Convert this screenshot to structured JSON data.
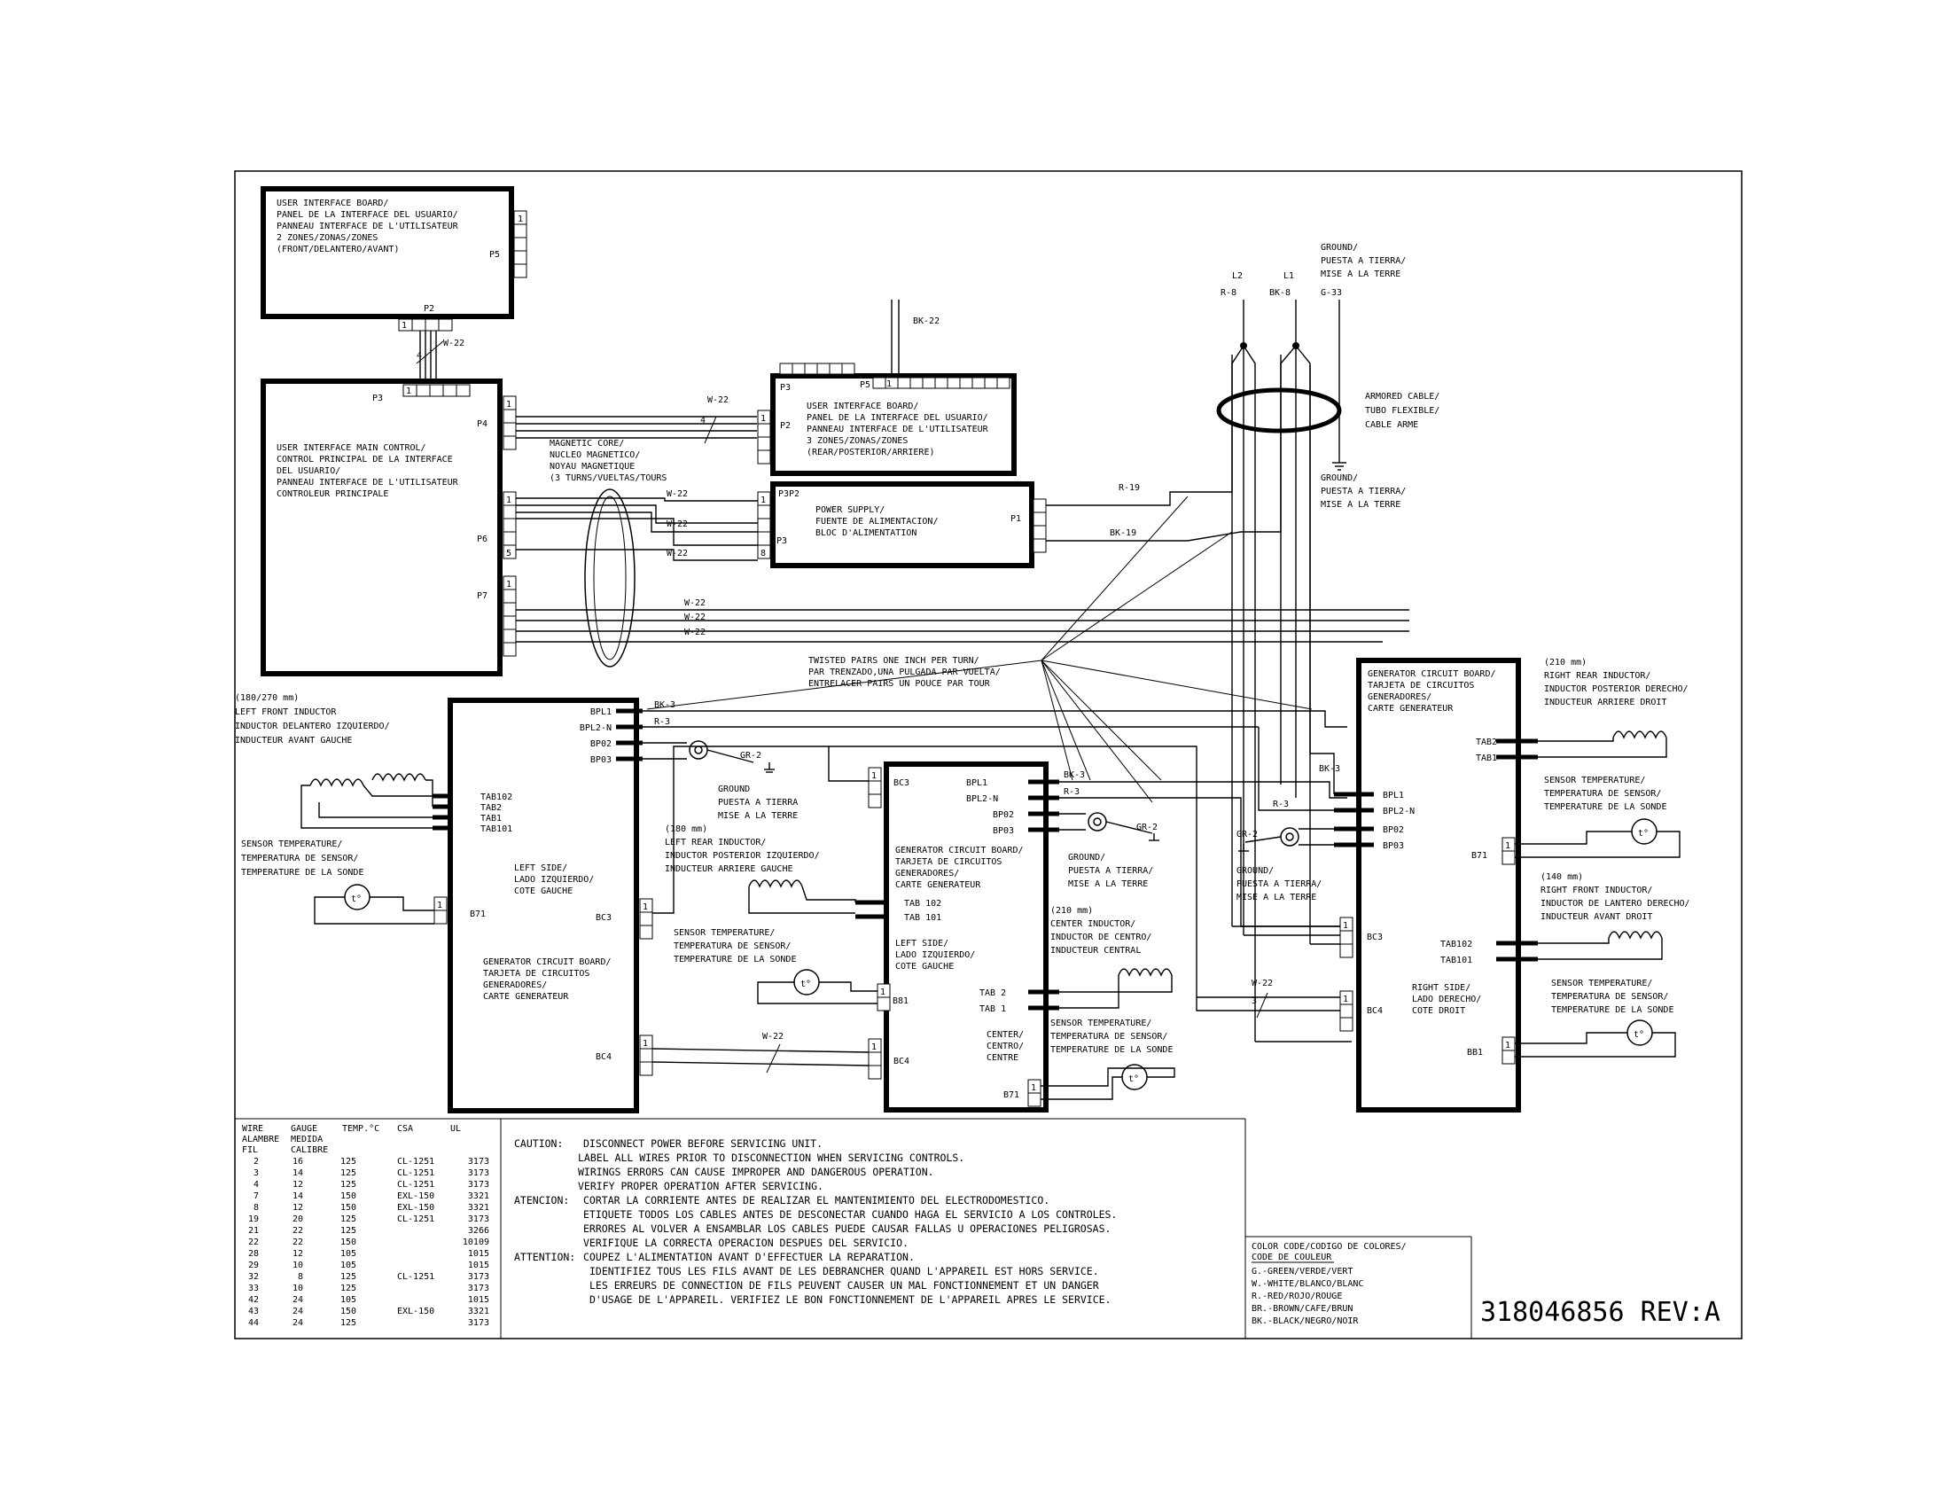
{
  "labels": {
    "ui_board_front": [
      "USER INTERFACE BOARD/",
      "PANEL DE LA INTERFACE DEL USUARIO/",
      "PANNEAU INTERFACE DE L'UTILISATEUR",
      "2 ZONES/ZONAS/ZONES",
      "(FRONT/DELANTERO/AVANT)"
    ],
    "ui_board_rear": [
      "USER INTERFACE BOARD/",
      "PANEL DE LA INTERFACE DEL USUARIO/",
      "PANNEAU INTERFACE DE L'UTILISATEUR",
      "3 ZONES/ZONAS/ZONES",
      "(REAR/POSTERIOR/ARRIERE)"
    ],
    "ui_main": [
      "USER INTERFACE MAIN CONTROL/",
      "CONTROL PRINCIPAL DE LA INTERFACE",
      "DEL USUARIO/",
      "PANNEAU INTERFACE DE L'UTILISATEUR",
      "CONTROLEUR PRINCIPALE"
    ],
    "power_supply": [
      "POWER SUPPLY/",
      "FUENTE DE ALIMENTACION/",
      "BLOC D'ALIMENTATION"
    ],
    "magnetic_core": [
      "MAGNETIC CORE/",
      "NUCLEO MAGNETICO/",
      "NOYAU MAGNETIQUE",
      "(3 TURNS/VUELTAS/TOURS"
    ],
    "ground_top": [
      "GROUND/",
      "PUESTA A TIERRA/",
      "MISE A LA TERRE"
    ],
    "armored_cable": [
      "ARMORED CABLE/",
      "TUBO FLEXIBLE/",
      "CABLE ARME"
    ],
    "ground_mid": [
      "GROUND/",
      "PUESTA A TIERRA/",
      "MISE A LA TERRE"
    ],
    "twisted_pairs": [
      "TWISTED PAIRS ONE INCH PER TURN/",
      "PAR TRENZADO,UNA PULGADA PAR VUELTA/",
      "ENTRELACER PAIRS UN POUCE PAR TOUR"
    ],
    "left_front_inductor": [
      "(180/270 mm)",
      "LEFT FRONT INDUCTOR",
      "INDUCTOR DELANTERO IZQUIERDO/",
      "INDUCTEUR AVANT GAUCHE"
    ],
    "left_front_inner": "(180 mm)",
    "sensor_left": [
      "SENSOR TEMPERATURE/",
      "TEMPERATURA DE SENSOR/",
      "TEMPERATURE DE LA SONDE"
    ],
    "left_side": [
      "LEFT SIDE/",
      "LADO IZQUIERDO/",
      "COTE GAUCHE"
    ],
    "gen_board_left": [
      "GENERATOR CIRCUIT BOARD/",
      "TARJETA DE CIRCUITOS",
      "GENERADORES/",
      "CARTE GENERATEUR"
    ],
    "ground_left": [
      "GROUND",
      "PUESTA A TIERRA",
      "MISE A LA TERRE"
    ],
    "left_rear_inductor": [
      "(180 mm)",
      "LEFT REAR INDUCTOR/",
      "INDUCTOR POSTERIOR IZQUIERDO/",
      "INDUCTEUR ARRIERE GAUCHE"
    ],
    "sensor_center_left": [
      "SENSOR TEMPERATURE/",
      "TEMPERATURA DE SENSOR/",
      "TEMPERATURE DE LA SONDE"
    ],
    "gen_board_center": [
      "GENERATOR CIRCUIT BOARD/",
      "TARJETA DE CIRCUITOS",
      "GENERADORES/",
      "CARTE GENERATEUR"
    ],
    "left_side_center": [
      "LEFT SIDE/",
      "LADO IZQUIERDO/",
      "COTE GAUCHE"
    ],
    "center_label": [
      "CENTER/",
      "CENTRO/",
      "CENTRE"
    ],
    "ground_center": [
      "GROUND/",
      "PUESTA A TIERRA/",
      "MISE A LA TERRE"
    ],
    "center_inductor": [
      "(210 mm)",
      "CENTER INDUCTOR/",
      "INDUCTOR DE CENTRO/",
      "INDUCTEUR CENTRAL"
    ],
    "sensor_center": [
      "SENSOR TEMPERATURE/",
      "TEMPERATURA DE SENSOR/",
      "TEMPERATURE DE LA SONDE"
    ],
    "ground_right": [
      "GROUND/",
      "PUESTA A TIERRA/",
      "MISE A LA TERRE"
    ],
    "gen_board_right": [
      "GENERATOR CIRCUIT BOARD/",
      "TARJETA DE CIRCUITOS",
      "GENERADORES/",
      "CARTE GENERATEUR"
    ],
    "right_rear_inductor": [
      "(210 mm)",
      "RIGHT REAR INDUCTOR/",
      "INDUCTOR POSTERIOR DERECHO/",
      "INDUCTEUR ARRIERE DROIT"
    ],
    "sensor_right_1": [
      "SENSOR TEMPERATURE/",
      "TEMPERATURA DE SENSOR/",
      "TEMPERATURE DE LA SONDE"
    ],
    "right_front_inductor": [
      "(140 mm)",
      "RIGHT FRONT INDUCTOR/",
      "INDUCTOR DE LANTERO DERECHO/",
      "INDUCTEUR AVANT DROIT"
    ],
    "right_side": [
      "RIGHT SIDE/",
      "LADO DERECHO/",
      "COTE DROIT"
    ],
    "sensor_right_2": [
      "SENSOR TEMPERATURE/",
      "TEMPERATURA DE SENSOR/",
      "TEMPERATURE DE LA SONDE"
    ]
  },
  "connectors": {
    "P5": "P5",
    "P2": "P2",
    "P3": "P3",
    "P4": "P4",
    "P6": "P6",
    "P7": "P7",
    "P1": "P1",
    "BPL1": "BPL1",
    "BPL2N": "BPL2-N",
    "BP02": "BP02",
    "BP03": "BP03",
    "TAB102": "TAB102",
    "TAB2": "TAB2",
    "TAB1": "TAB1",
    "TAB101": "TAB101",
    "TAB_102": "TAB 102",
    "TAB_101": "TAB 101",
    "TAB_2": "TAB 2",
    "TAB_1": "TAB 1",
    "B71": "B71",
    "BC3": "BC3",
    "BC4": "BC4",
    "B81": "B81",
    "BB1": "BB1",
    "one": "1",
    "five": "5",
    "eight": "8"
  },
  "wires": {
    "W22": "W-22",
    "BK22": "BK-22",
    "R19": "R-19",
    "BK19": "BK-19",
    "BK3": "BK-3",
    "R3": "R-3",
    "GR2": "GR-2",
    "four": "4",
    "three": "3",
    "L2": "L2",
    "L1": "L1",
    "R8": "R-8",
    "BK8": "BK-8",
    "G33": "G-33",
    "sensor_symbol": "t°"
  },
  "wire_table": {
    "headers": [
      "WIRE",
      "GAUGE",
      "TEMP.°C",
      "CSA",
      "UL"
    ],
    "headers2": [
      "ALAMBRE",
      "MEDIDA"
    ],
    "headers3": [
      "FIL",
      "CALIBRE"
    ],
    "rows": [
      [
        "2",
        "16",
        "125",
        "CL-1251",
        "3173"
      ],
      [
        "3",
        "14",
        "125",
        "CL-1251",
        "3173"
      ],
      [
        "4",
        "12",
        "125",
        "CL-1251",
        "3173"
      ],
      [
        "7",
        "14",
        "150",
        "EXL-150",
        "3321"
      ],
      [
        "8",
        "12",
        "150",
        "EXL-150",
        "3321"
      ],
      [
        "19",
        "20",
        "125",
        "CL-1251",
        "3173"
      ],
      [
        "21",
        "22",
        "125",
        "",
        "3266"
      ],
      [
        "22",
        "22",
        "150",
        "",
        "10109"
      ],
      [
        "28",
        "12",
        "105",
        "",
        "1015"
      ],
      [
        "29",
        "10",
        "105",
        "",
        "1015"
      ],
      [
        "32",
        "8",
        "125",
        "CL-1251",
        "3173"
      ],
      [
        "33",
        "10",
        "125",
        "",
        "3173"
      ],
      [
        "42",
        "24",
        "105",
        "",
        "1015"
      ],
      [
        "43",
        "24",
        "150",
        "EXL-150",
        "3321"
      ],
      [
        "44",
        "24",
        "125",
        "",
        "3173"
      ]
    ]
  },
  "caution": {
    "caution_head": "CAUTION:",
    "caution_lines": [
      "DISCONNECT POWER BEFORE SERVICING UNIT.",
      "LABEL ALL WIRES PRIOR TO DISCONNECTION WHEN SERVICING CONTROLS.",
      "WIRINGS ERRORS CAN CAUSE IMPROPER AND DANGEROUS OPERATION.",
      "VERIFY PROPER OPERATION AFTER SERVICING."
    ],
    "atencion_head": "ATENCION:",
    "atencion_lines": [
      "CORTAR LA CORRIENTE ANTES DE REALIZAR EL MANTENIMIENTO DEL ELECTRODOMESTICO.",
      "ETIQUETE TODOS LOS CABLES ANTES DE DESCONECTAR CUANDO HAGA EL SERVICIO A LOS CONTROLES.",
      "ERRORES AL VOLVER A ENSAMBLAR LOS CABLES PUEDE CAUSAR FALLAS U OPERACIONES PELIGROSAS.",
      "VERIFIQUE LA CORRECTA OPERACION DESPUES DEL SERVICIO."
    ],
    "attention_head": "ATTENTION:",
    "attention_lines": [
      "COUPEZ L'ALIMENTATION AVANT D'EFFECTUER LA REPARATION.",
      "IDENTIFIEZ TOUS LES FILS AVANT DE LES DEBRANCHER QUAND L'APPAREIL EST HORS SERVICE.",
      "LES ERREURS DE CONNECTION DE FILS PEUVENT CAUSER UN MAL FONCTIONNEMENT ET UN DANGER",
      "D'USAGE DE L'APPAREIL. VERIFIEZ LE BON FONCTIONNEMENT DE L'APPAREIL APRES LE SERVICE."
    ]
  },
  "color_code": {
    "title": [
      "COLOR CODE/CODIGO DE COLORES/",
      "CODE DE COULEUR"
    ],
    "entries": [
      "G.-GREEN/VERDE/VERT",
      "W.-WHITE/BLANCO/BLANC",
      "R.-RED/ROJO/ROUGE",
      "BR.-BROWN/CAFE/BRUN",
      "BK.-BLACK/NEGRO/NOIR"
    ]
  },
  "part_number": "318046856 REV:A"
}
